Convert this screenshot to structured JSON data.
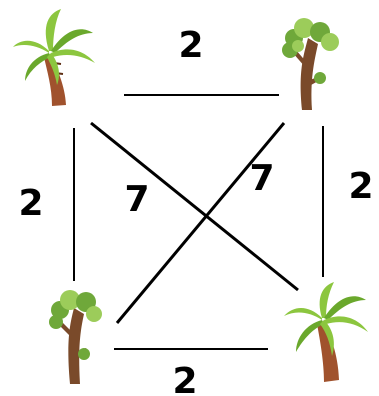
{
  "nodes": [
    {
      "id": "top-left",
      "kind": "palm-tree"
    },
    {
      "id": "top-right",
      "kind": "leafy-tree"
    },
    {
      "id": "bottom-left",
      "kind": "leafy-tree"
    },
    {
      "id": "bottom-right",
      "kind": "palm-tree"
    }
  ],
  "edges": [
    {
      "from": "top-left",
      "to": "top-right",
      "label": "2"
    },
    {
      "from": "top-right",
      "to": "bottom-right",
      "label": "2"
    },
    {
      "from": "top-left",
      "to": "bottom-left",
      "label": "2"
    },
    {
      "from": "bottom-left",
      "to": "bottom-right",
      "label": "2"
    },
    {
      "from": "top-left",
      "to": "bottom-right",
      "label": "7"
    },
    {
      "from": "top-right",
      "to": "bottom-left",
      "label": "7"
    }
  ],
  "colors": {
    "palm_leaf": "#8cc63f",
    "palm_leaf_dark": "#6aa82c",
    "palm_trunk": "#a0522d",
    "palm_trunk_dark": "#7b3f1e",
    "tree_leaf": "#6fa83a",
    "tree_leaf_light": "#9ccc5a",
    "tree_trunk": "#7a4a2a"
  }
}
